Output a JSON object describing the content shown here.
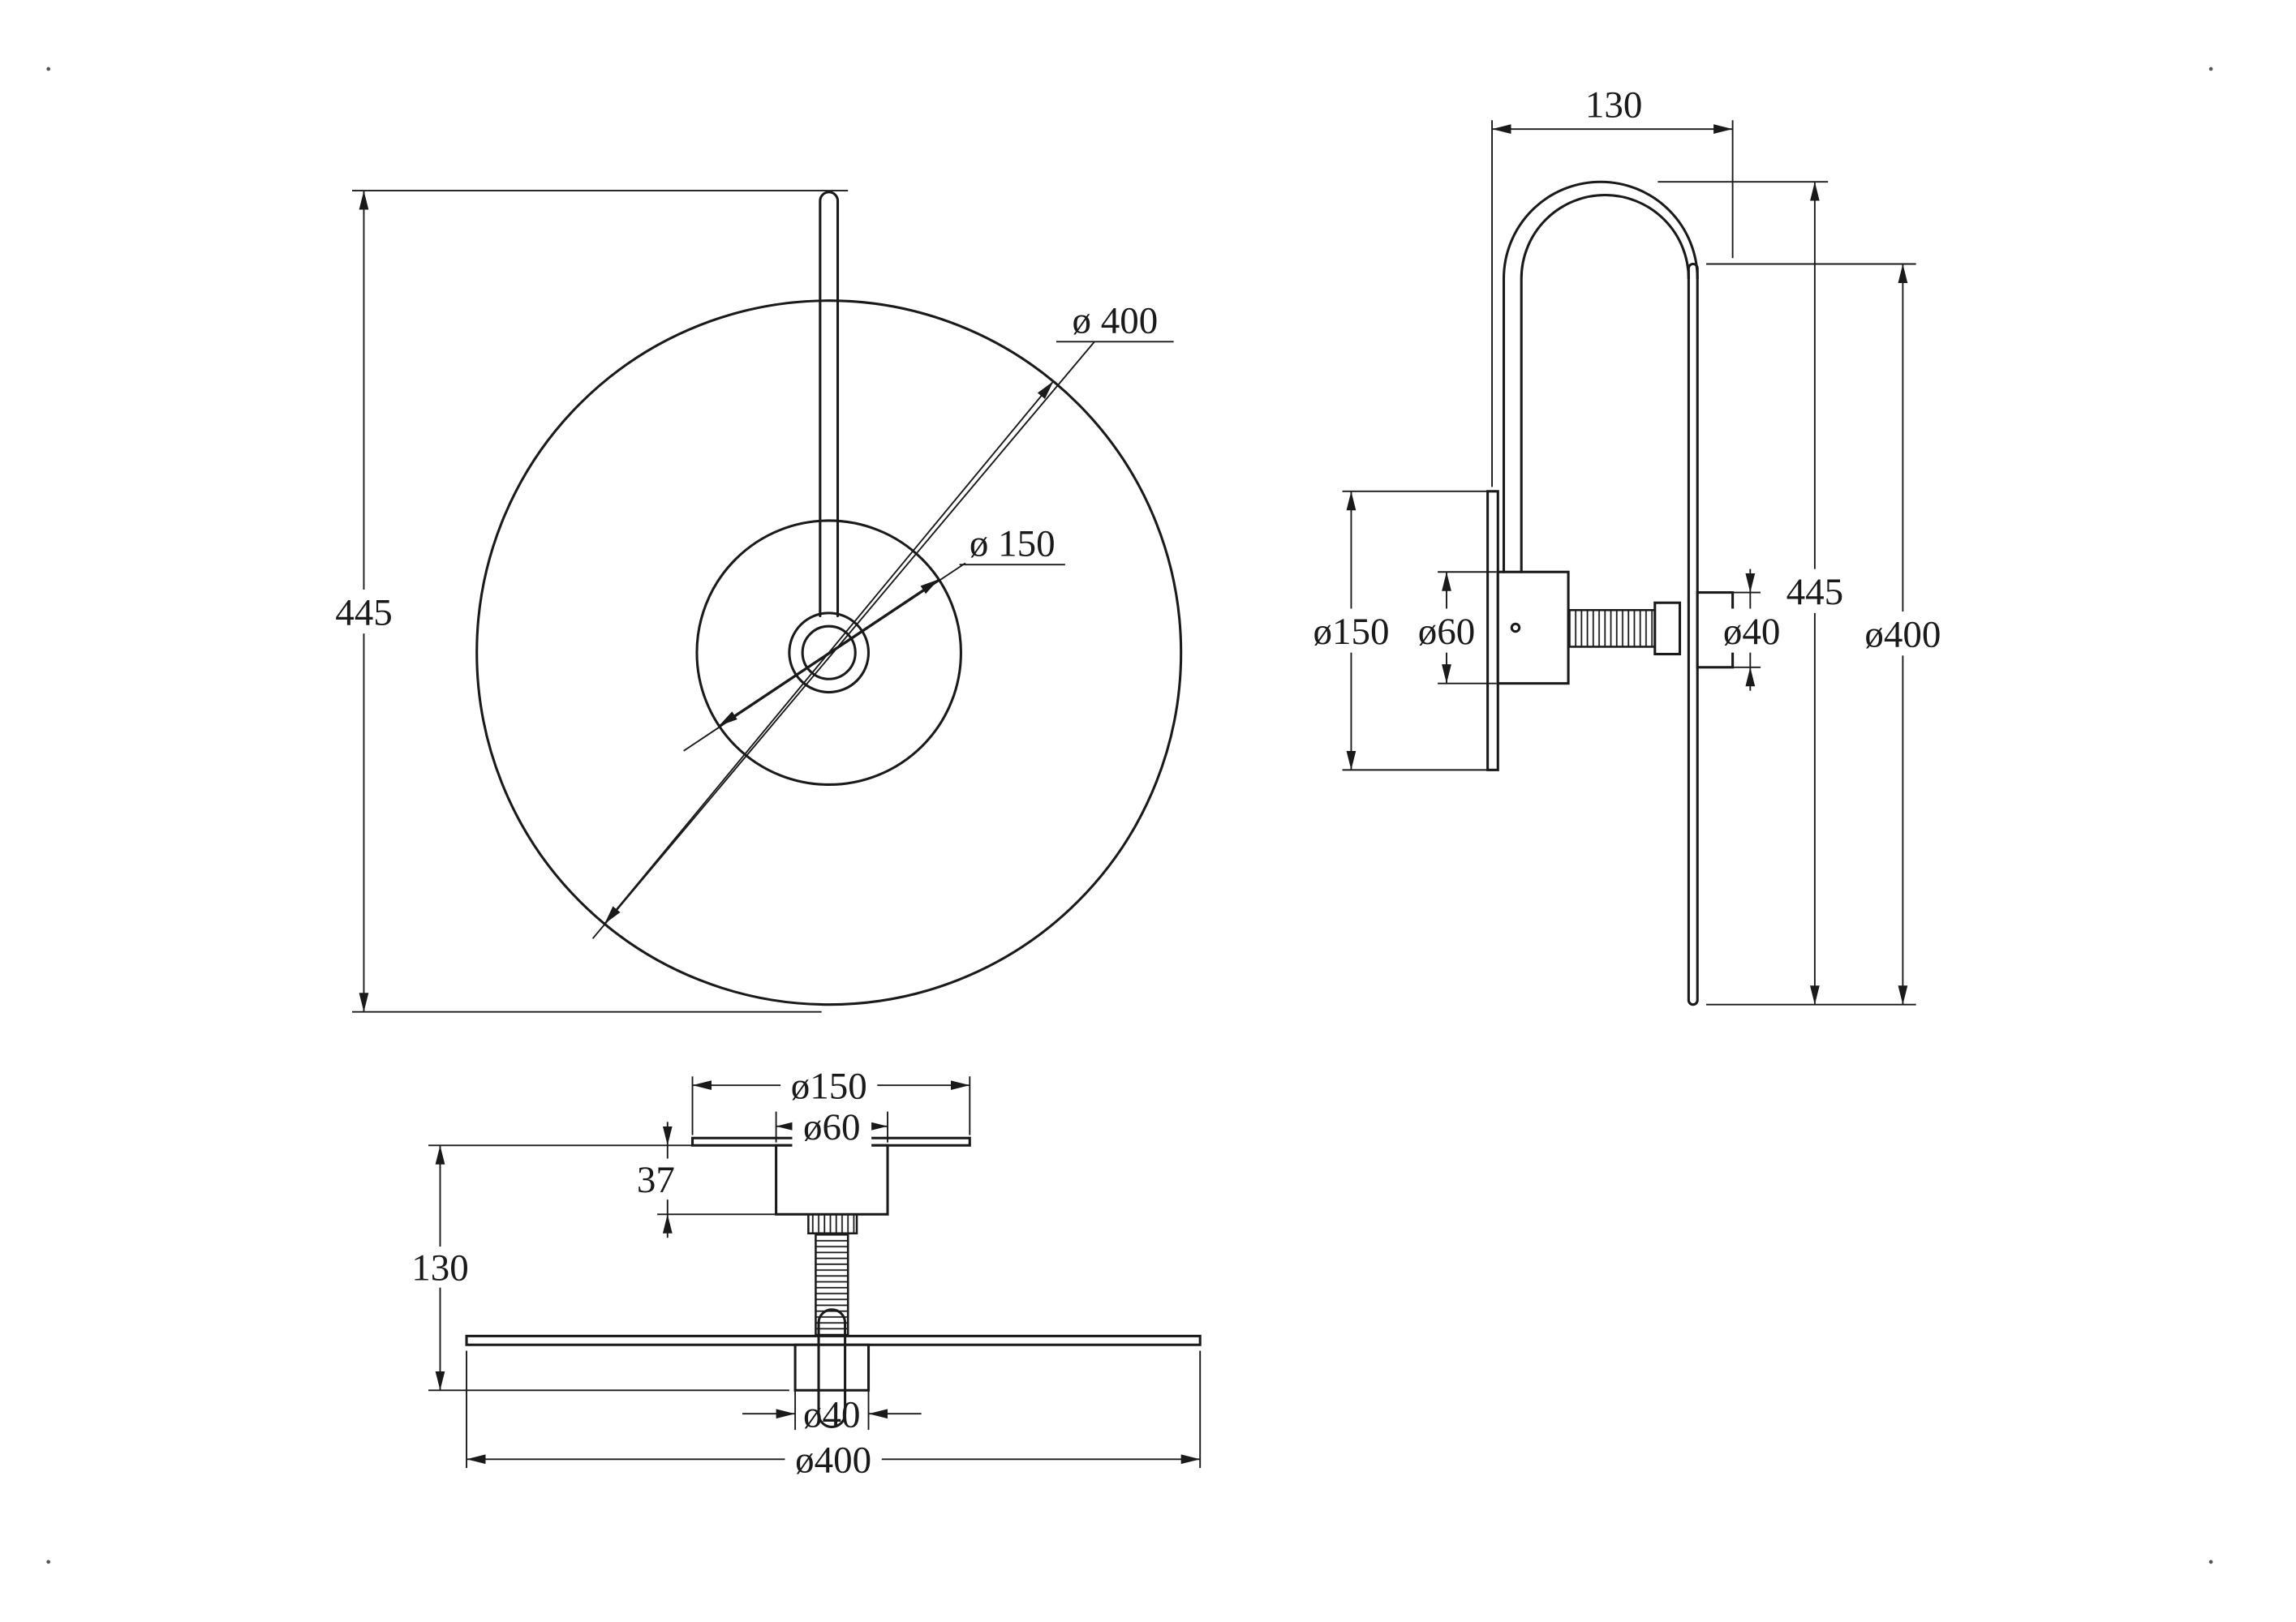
{
  "title": "Disc wall lamp dimension drawing",
  "colors": {
    "line": "#1a1a1a",
    "background": "#ffffff"
  },
  "front_view": {
    "height_label": "445",
    "outer_dia_label": "ø 400",
    "inner_dia_label": "ø 150"
  },
  "side_view": {
    "depth_label": "130",
    "plate_dia_label": "ø150",
    "housing_dia_label": "ø60",
    "hub_dia_label": "ø40",
    "height_label": "445",
    "disc_dia_label": "ø400"
  },
  "bottom_view": {
    "plate_dia_label": "ø150",
    "housing_dia_label": "ø60",
    "housing_height_label": "37",
    "depth_label": "130",
    "hub_dia_label": "ø40",
    "disc_dia_label": "ø400"
  }
}
